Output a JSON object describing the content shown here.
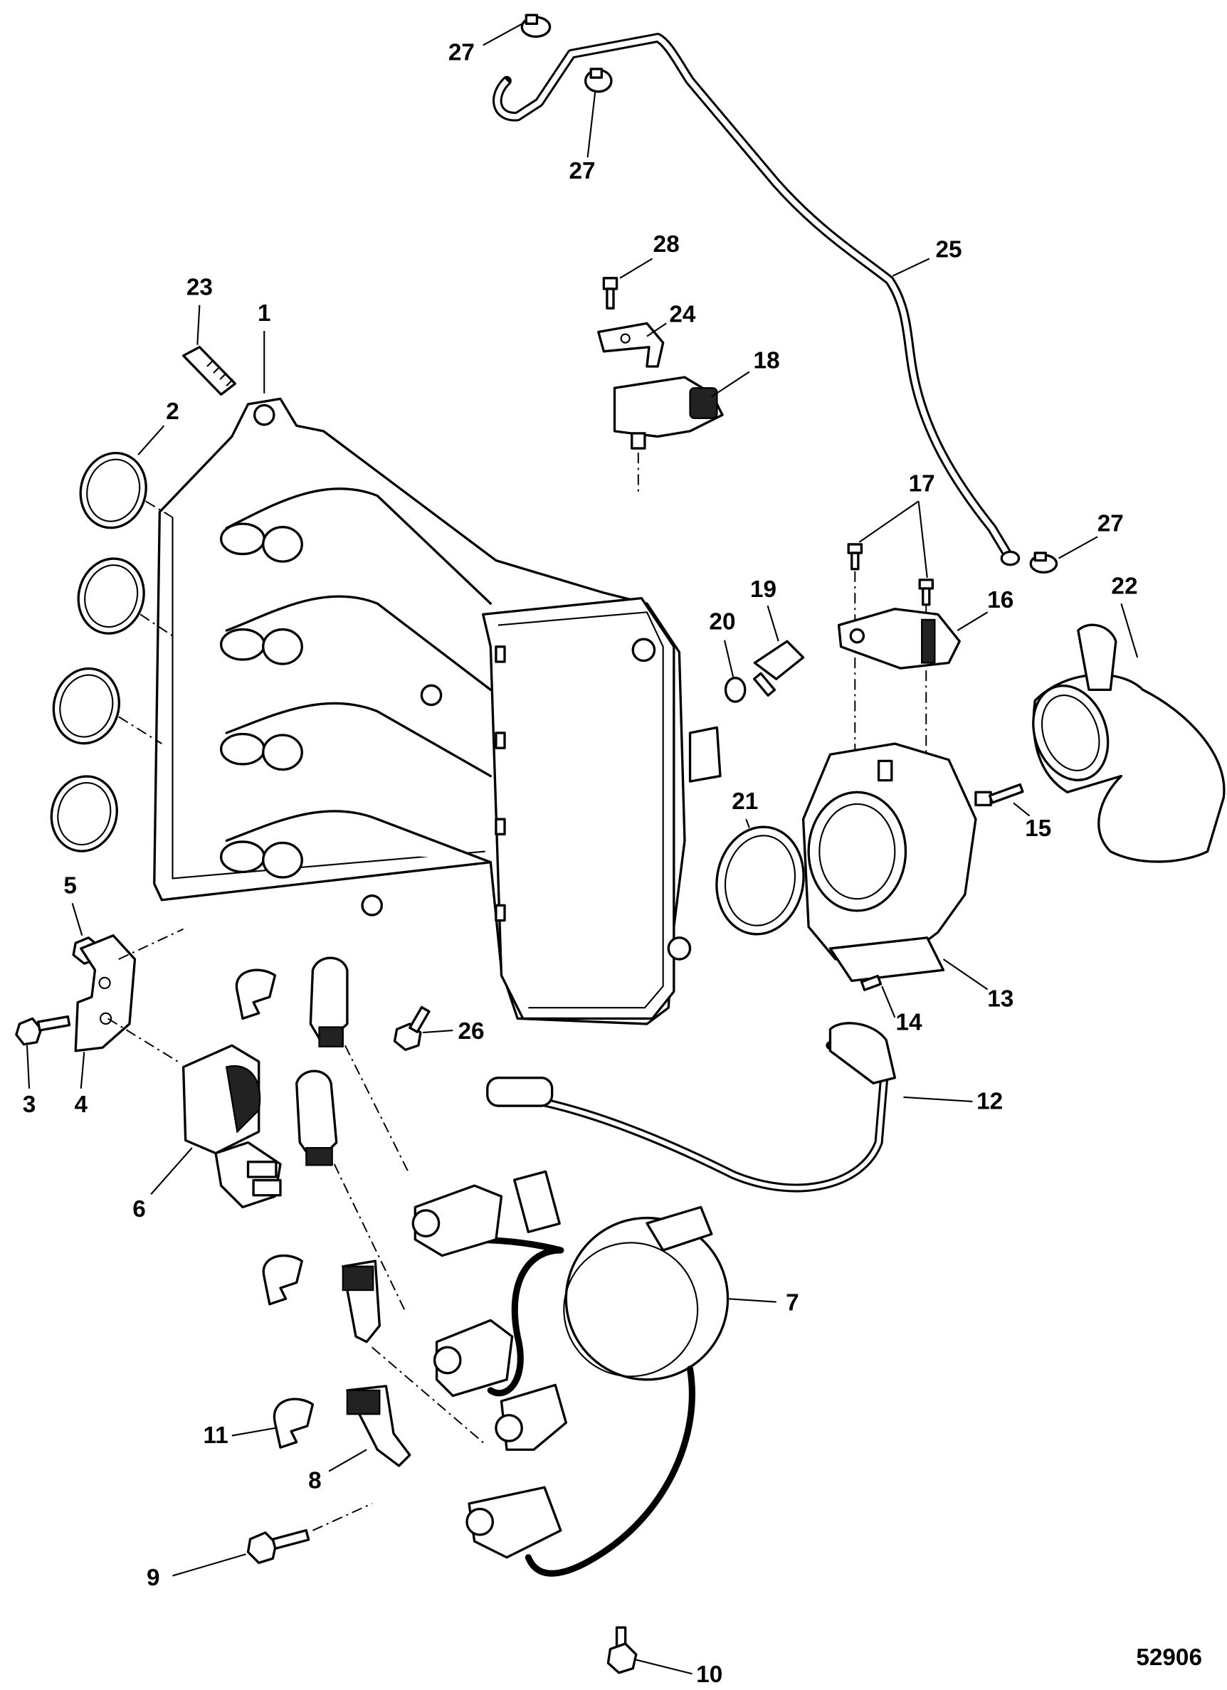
{
  "figure_number": "52906",
  "colors": {
    "line": "#000000",
    "background": "#ffffff"
  },
  "callouts": [
    {
      "number": "27"
    },
    {
      "number": "27"
    },
    {
      "number": "28"
    },
    {
      "number": "25"
    },
    {
      "number": "23"
    },
    {
      "number": "1"
    },
    {
      "number": "24"
    },
    {
      "number": "18"
    },
    {
      "number": "2"
    },
    {
      "number": "17"
    },
    {
      "number": "27"
    },
    {
      "number": "22"
    },
    {
      "number": "19"
    },
    {
      "number": "16"
    },
    {
      "number": "20"
    },
    {
      "number": "21"
    },
    {
      "number": "15"
    },
    {
      "number": "5"
    },
    {
      "number": "13"
    },
    {
      "number": "14"
    },
    {
      "number": "26"
    },
    {
      "number": "3"
    },
    {
      "number": "4"
    },
    {
      "number": "12"
    },
    {
      "number": "6"
    },
    {
      "number": "7"
    },
    {
      "number": "11"
    },
    {
      "number": "8"
    },
    {
      "number": "9"
    },
    {
      "number": "10"
    }
  ]
}
